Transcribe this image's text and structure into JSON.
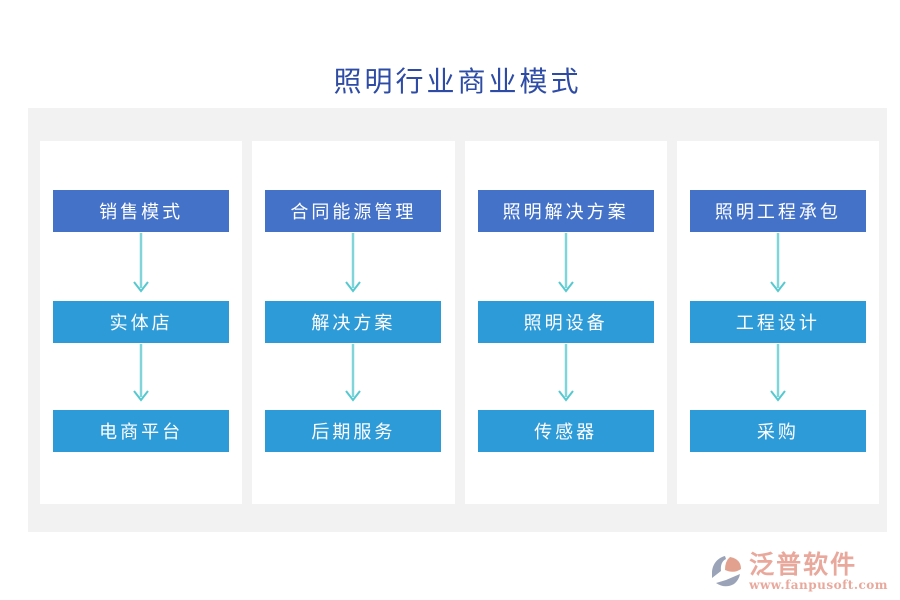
{
  "title": "照明行业商业模式",
  "columns": [
    {
      "header": "销售模式",
      "items": [
        "实体店",
        "电商平台"
      ]
    },
    {
      "header": "合同能源管理",
      "items": [
        "解决方案",
        "后期服务"
      ]
    },
    {
      "header": "照明解决方案",
      "items": [
        "照明设备",
        "传感器"
      ]
    },
    {
      "header": "照明工程承包",
      "items": [
        "工程设计",
        "采购"
      ]
    }
  ],
  "footer": {
    "logo_text": "泛普软件",
    "logo_url": "www.fanpusoft.com"
  },
  "colors": {
    "title_color": "#2E4CA6",
    "panel_bg": "#F2F2F2",
    "card_bg": "#FFFFFF",
    "header_box": "#4472C8",
    "item_box": "#2E9BD9",
    "arrow": "#56C8CF",
    "logo_color": "#E9A89C",
    "logo_gray": "#9AA3B8"
  }
}
